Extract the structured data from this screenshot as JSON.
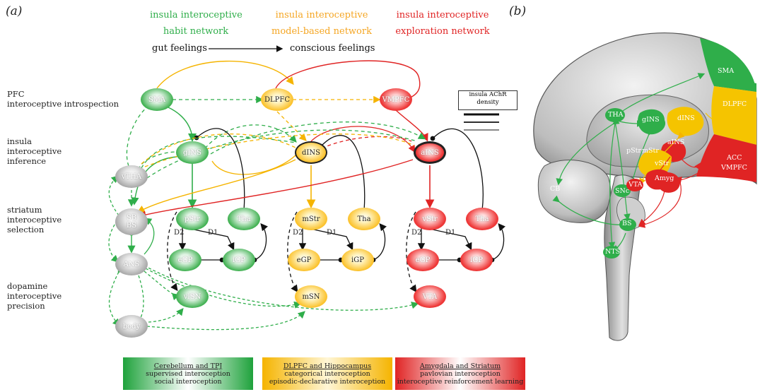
{
  "panel_a_label": "(a)",
  "panel_b_label": "(b)",
  "networks": [
    {
      "line1": "insula interoceptive",
      "line2": "habit network",
      "color": "#2fae4a"
    },
    {
      "line1": "insula interoceptive",
      "line2": "model-based network",
      "color": "#f5a623"
    },
    {
      "line1": "insula interoceptive",
      "line2": "exploration network",
      "color": "#e02424"
    }
  ],
  "feelings": {
    "left": "gut feelings",
    "right": "conscious feelings"
  },
  "rows": [
    {
      "lines": [
        "PFC",
        "interoceptive introspection"
      ]
    },
    {
      "lines": [
        "insula",
        "interoceptive",
        "inference"
      ]
    },
    {
      "lines": [
        "striatum",
        "interoceptive",
        "selection"
      ]
    },
    {
      "lines": [
        "dopamine",
        "interoceptive",
        "precision"
      ]
    }
  ],
  "nodes": {
    "sma": "SMA",
    "dlpfc": "DLPFC",
    "vmpfc": "VMPFC",
    "gins": "gINS",
    "dins": "dINS",
    "ains": "aINS",
    "vtha": "vTHA",
    "sbbs": "SB\nBS",
    "ans": "ANS",
    "body": "body",
    "pstr": "pStr",
    "tha_g": "Tha",
    "mstr": "mStr",
    "tha_y": "Tha",
    "vstr": "vStr",
    "tha_r": "Tha",
    "egp_g": "eGP",
    "igp_g": "iGP",
    "egp_y": "eGP",
    "igp_y": "iGP",
    "egp_r": "eGP",
    "igp_r": "iGP",
    "vlsn": "vlSN",
    "msn": "mSN",
    "vta": "VTA"
  },
  "pathway_labels": {
    "d2": "D2",
    "d1": "D1"
  },
  "achr_legend": {
    "line1": "insula AChR",
    "line2": "density"
  },
  "bottom_boxes": [
    {
      "title": "Cerebellum and TPJ",
      "line1": "supervised interoception",
      "line2": "social interoception",
      "color": "#2fae4a"
    },
    {
      "title": "DLPFC and Hippocampus",
      "line1": "categorical interoception",
      "line2": "episodic-declarative interoception",
      "color": "#f5b400"
    },
    {
      "title": "Amygdala and Striatum",
      "line1": "pavlovian interoception",
      "line2": "interoceptive reinforcement learning",
      "color": "#e02424"
    }
  ],
  "brain_labels": {
    "sma": "SMA",
    "dlpfc": "DLPFC",
    "acc": "ACC",
    "vmpfc": "VMPFC",
    "tha": "THA",
    "gins": "gINS",
    "dins": "dINS",
    "ains": "aINS",
    "pstr": "pStr",
    "mstr": "mStr",
    "vstr": "vStr",
    "snc": "SNc",
    "vta": "VTA",
    "amyg": "Amyg",
    "cb": "CB",
    "bs": "BS",
    "nts": "NTS"
  }
}
